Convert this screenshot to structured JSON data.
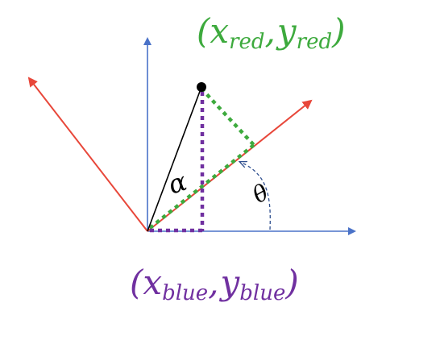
{
  "colors": {
    "blue_axes": "#4a72c8",
    "red_axes": "#e8473a",
    "green_projection": "#3daa3d",
    "purple_projection": "#7030a0",
    "vector": "#000000",
    "angle_arc": "#2f4f8f"
  },
  "labels": {
    "red_coords": {
      "open": "(",
      "x": "x",
      "x_sub": "red",
      "comma": ",",
      "y": "y",
      "y_sub": "red",
      "close": ")"
    },
    "blue_coords": {
      "open": "(",
      "x": "x",
      "x_sub": "blue",
      "comma": ",",
      "y": "y",
      "y_sub": "blue",
      "close": ")"
    },
    "alpha": "α",
    "theta": "θ"
  }
}
